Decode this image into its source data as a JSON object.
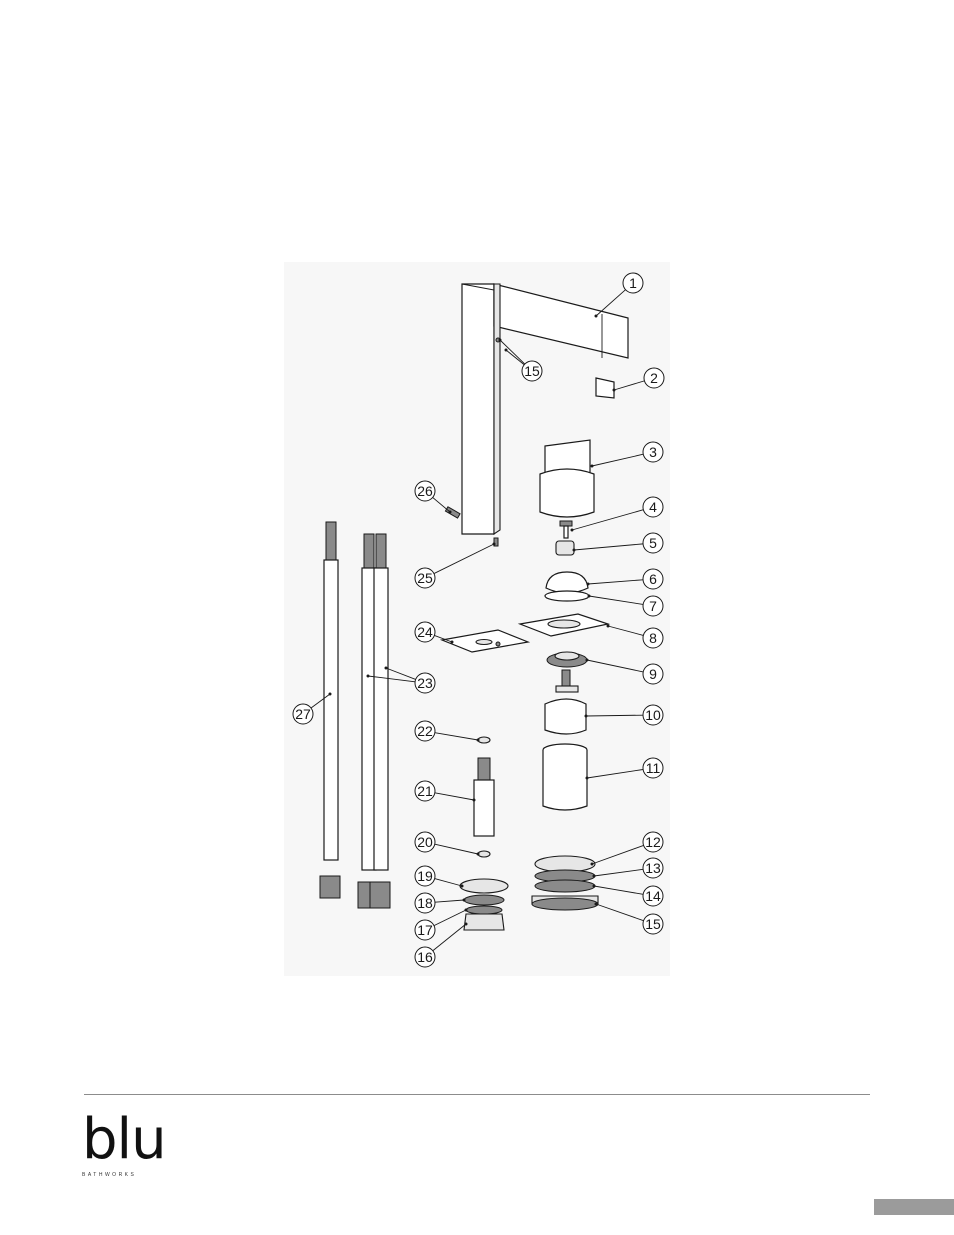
{
  "diagram": {
    "type": "exploded-parts-view",
    "balloons": [
      {
        "id": "b1",
        "label": "1"
      },
      {
        "id": "b2",
        "label": "2"
      },
      {
        "id": "b3",
        "label": "3"
      },
      {
        "id": "b4",
        "label": "4"
      },
      {
        "id": "b5",
        "label": "5"
      },
      {
        "id": "b6",
        "label": "6"
      },
      {
        "id": "b7",
        "label": "7"
      },
      {
        "id": "b8",
        "label": "8"
      },
      {
        "id": "b9",
        "label": "9"
      },
      {
        "id": "b10",
        "label": "10"
      },
      {
        "id": "b11",
        "label": "11"
      },
      {
        "id": "b12",
        "label": "12"
      },
      {
        "id": "b13",
        "label": "13"
      },
      {
        "id": "b14",
        "label": "14"
      },
      {
        "id": "b15a",
        "label": "15"
      },
      {
        "id": "b15b",
        "label": "15"
      },
      {
        "id": "b16",
        "label": "16"
      },
      {
        "id": "b17",
        "label": "17"
      },
      {
        "id": "b18",
        "label": "18"
      },
      {
        "id": "b19",
        "label": "19"
      },
      {
        "id": "b20",
        "label": "20"
      },
      {
        "id": "b21",
        "label": "21"
      },
      {
        "id": "b22",
        "label": "22"
      },
      {
        "id": "b23",
        "label": "23"
      },
      {
        "id": "b24",
        "label": "24"
      },
      {
        "id": "b25",
        "label": "25"
      },
      {
        "id": "b26",
        "label": "26"
      },
      {
        "id": "b27",
        "label": "27"
      }
    ]
  },
  "brand": {
    "logo_text": "blu",
    "logo_subtext": "BATHWORKS"
  }
}
